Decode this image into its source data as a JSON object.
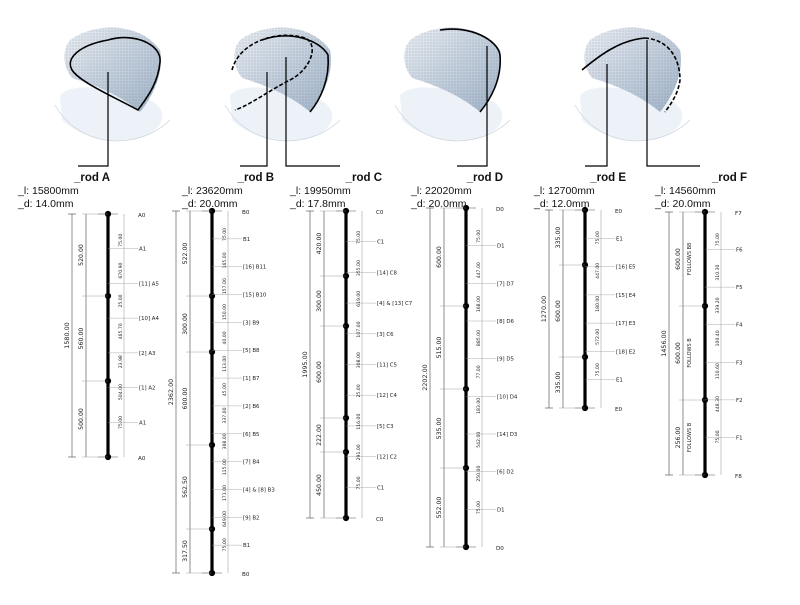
{
  "rods": [
    {
      "id": "A",
      "name": "_rod A",
      "length": "_l: 15800mm",
      "diameter": "_d: 14.0mm",
      "total": "1580.00",
      "segments": [
        "520.00",
        "560.00",
        "500.00"
      ],
      "top_label": "A0",
      "bottom_label": "A0",
      "right_labels": [
        "A1",
        "[11] A5",
        "[10] A4",
        "[2] A3",
        "[1] A2",
        "A1"
      ],
      "small_dims": [
        "75.00",
        "670.90",
        "25.00",
        "465.70",
        "23.98",
        "504.00",
        "75.00"
      ]
    },
    {
      "id": "B",
      "name": "_rod B",
      "length": "_l: 23620mm",
      "diameter": "_d: 20.0mm",
      "total": "2362.00",
      "segments": [
        "522.00",
        "300.00",
        "600.00",
        "562.50",
        "317.50"
      ],
      "top_label": "B0",
      "bottom_label": "B0",
      "right_labels": [
        "B1",
        "[16] B11",
        "[15] B10",
        "[3] B9",
        "[5] B8",
        "[1] B7",
        "[2] B6",
        "[6] B5",
        "[7] B4",
        "[4] & [8] B3",
        "[9] B2",
        "B1"
      ],
      "small_dims": [
        "75.00",
        "165.00",
        "157.00",
        "150.00",
        "40.00",
        "113.00",
        "45.00",
        "337.00",
        "368.00",
        "115.00",
        "171.00",
        "649.00",
        "75.00"
      ]
    },
    {
      "id": "C",
      "name": "_rod C",
      "length": "_l: 19950mm",
      "diameter": "_d: 17.8mm",
      "total": "1995.00",
      "segments": [
        "420.00",
        "300.00",
        "600.00",
        "222.00",
        "450.00"
      ],
      "top_label": "C0",
      "bottom_label": "C0",
      "right_labels": [
        "C1",
        "[14] C8",
        "[4] & [13] C7",
        "[3] C6",
        "[11] C5",
        "[12] C4",
        "[5] C3",
        "[12] C2",
        "C1"
      ],
      "small_dims": [
        "75.00",
        "355.00",
        "619.00",
        "107.00",
        "308.00",
        "25.00",
        "116.00",
        "291.00",
        "75.00"
      ]
    },
    {
      "id": "D",
      "name": "_rod D",
      "length": "_l: 22020mm",
      "diameter": "_d: 20.0mm",
      "total": "2202.00",
      "segments": [
        "600.00",
        "515.00",
        "535.00",
        "552.00"
      ],
      "top_label": "D0",
      "bottom_label": "D0",
      "right_labels": [
        "D1",
        "[7] D7",
        "[8] D6",
        "[9] D5",
        "[10] D4",
        "[14] D3",
        "[6] D2",
        "D1"
      ],
      "small_dims": [
        "75.00",
        "447.00",
        "168.00",
        "885.00",
        "77.00",
        "183.00",
        "542.00",
        "250.00",
        "75.00"
      ]
    },
    {
      "id": "E",
      "name": "_rod E",
      "length": "_l: 12700mm",
      "diameter": "_d: 12.0mm",
      "total": "1270.00",
      "segments": [
        "335.00",
        "600.00",
        "335.00"
      ],
      "top_label": "E0",
      "bottom_label": "E0",
      "right_labels": [
        "E1",
        "[16] E5",
        "[15] E4",
        "[17] E3",
        "[18] E2",
        "E1"
      ],
      "small_dims": [
        "75.00",
        "447.00",
        "180.00",
        "572.00",
        "75.00"
      ]
    },
    {
      "id": "F",
      "name": "_rod F",
      "length": "_l: 14560mm",
      "diameter": "_d: 20.0mm",
      "total": "1456.00",
      "segments": [
        "600.00",
        "600.00",
        "256.00"
      ],
      "top_label": "F7",
      "bottom_label": "F8",
      "right_labels": [
        "F6",
        "F5",
        "F4",
        "F3",
        "F2",
        "F1"
      ],
      "follows": [
        "FOLLOWS B8",
        "FOLLOWS B",
        "FOLLOWS B"
      ],
      "small_dims": [
        "75.00",
        "310.30",
        "339.20",
        "100.40",
        "110.60",
        "448.30",
        "75.00"
      ]
    }
  ]
}
